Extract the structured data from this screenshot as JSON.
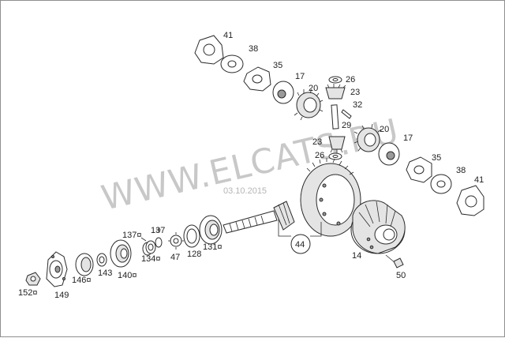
{
  "watermark": "WWW.ELCATS.RU",
  "date_stamp": "03.10.2015",
  "callouts": {
    "c41a": "41",
    "c38a": "38",
    "c35a": "35",
    "c17a": "17",
    "c20a": "20",
    "c26a": "26",
    "c23a": "23",
    "c32": "32",
    "c29": "29",
    "c23b": "23",
    "c26b": "26",
    "c20b": "20",
    "c17b": "17",
    "c35b": "35",
    "c38b": "38",
    "c41b": "41",
    "c44": "44",
    "c14": "14",
    "c50": "50",
    "c137a": "137¤",
    "c137b": "137",
    "c131": "131¤",
    "c128": "128",
    "c47": "47",
    "c134": "134¤",
    "c140": "140¤",
    "c143": "143",
    "c146": "146¤",
    "c149": "149",
    "c152": "152¤"
  }
}
